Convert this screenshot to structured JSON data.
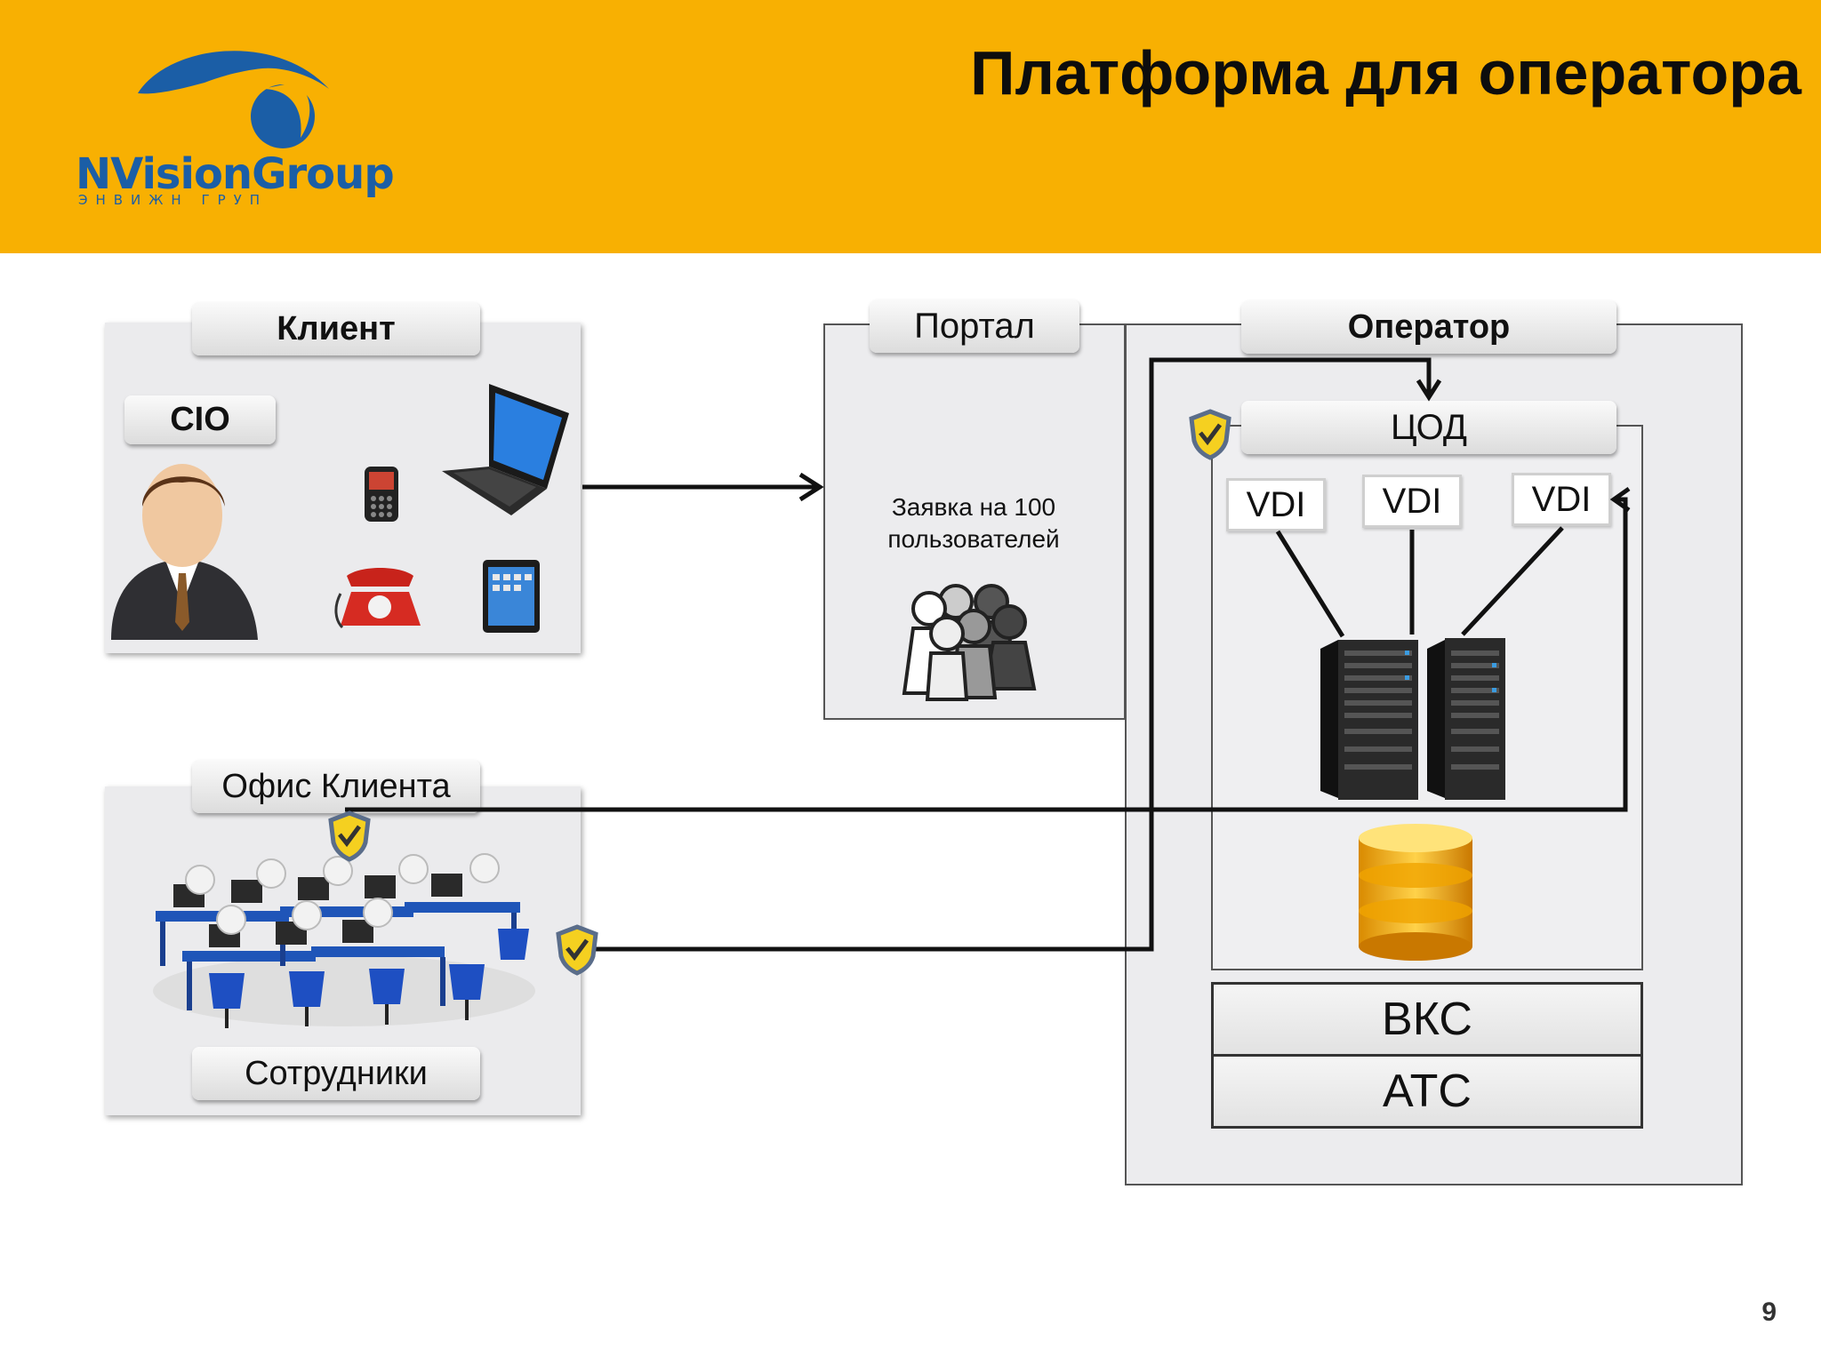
{
  "slide": {
    "title": "Платформа для оператора",
    "page_number": "9"
  },
  "logo": {
    "name_first": "N",
    "name_rest": "VisionGroup",
    "subtitle": "ЭНВИЖН ГРУП"
  },
  "client": {
    "label": "Клиент",
    "cio_label": "CIO",
    "devices": [
      "person-icon",
      "mobile-phone-icon",
      "laptop-icon",
      "desk-phone-icon",
      "tablet-icon"
    ]
  },
  "portal": {
    "label": "Портал",
    "request_text_line1": "Заявка на 100",
    "request_text_line2": "пользователей"
  },
  "office": {
    "label": "Офис Клиента",
    "staff_label": "Сотрудники"
  },
  "operator": {
    "label": "Оператор",
    "dc_label": "ЦОД",
    "vdi": [
      "VDI",
      "VDI",
      "VDI"
    ],
    "vks_label": "ВКС",
    "ats_label": "АТС"
  },
  "colors": {
    "header_bg": "#f8b002",
    "logo_blue": "#1b5ea6",
    "shield_yellow": "#f5d020"
  }
}
